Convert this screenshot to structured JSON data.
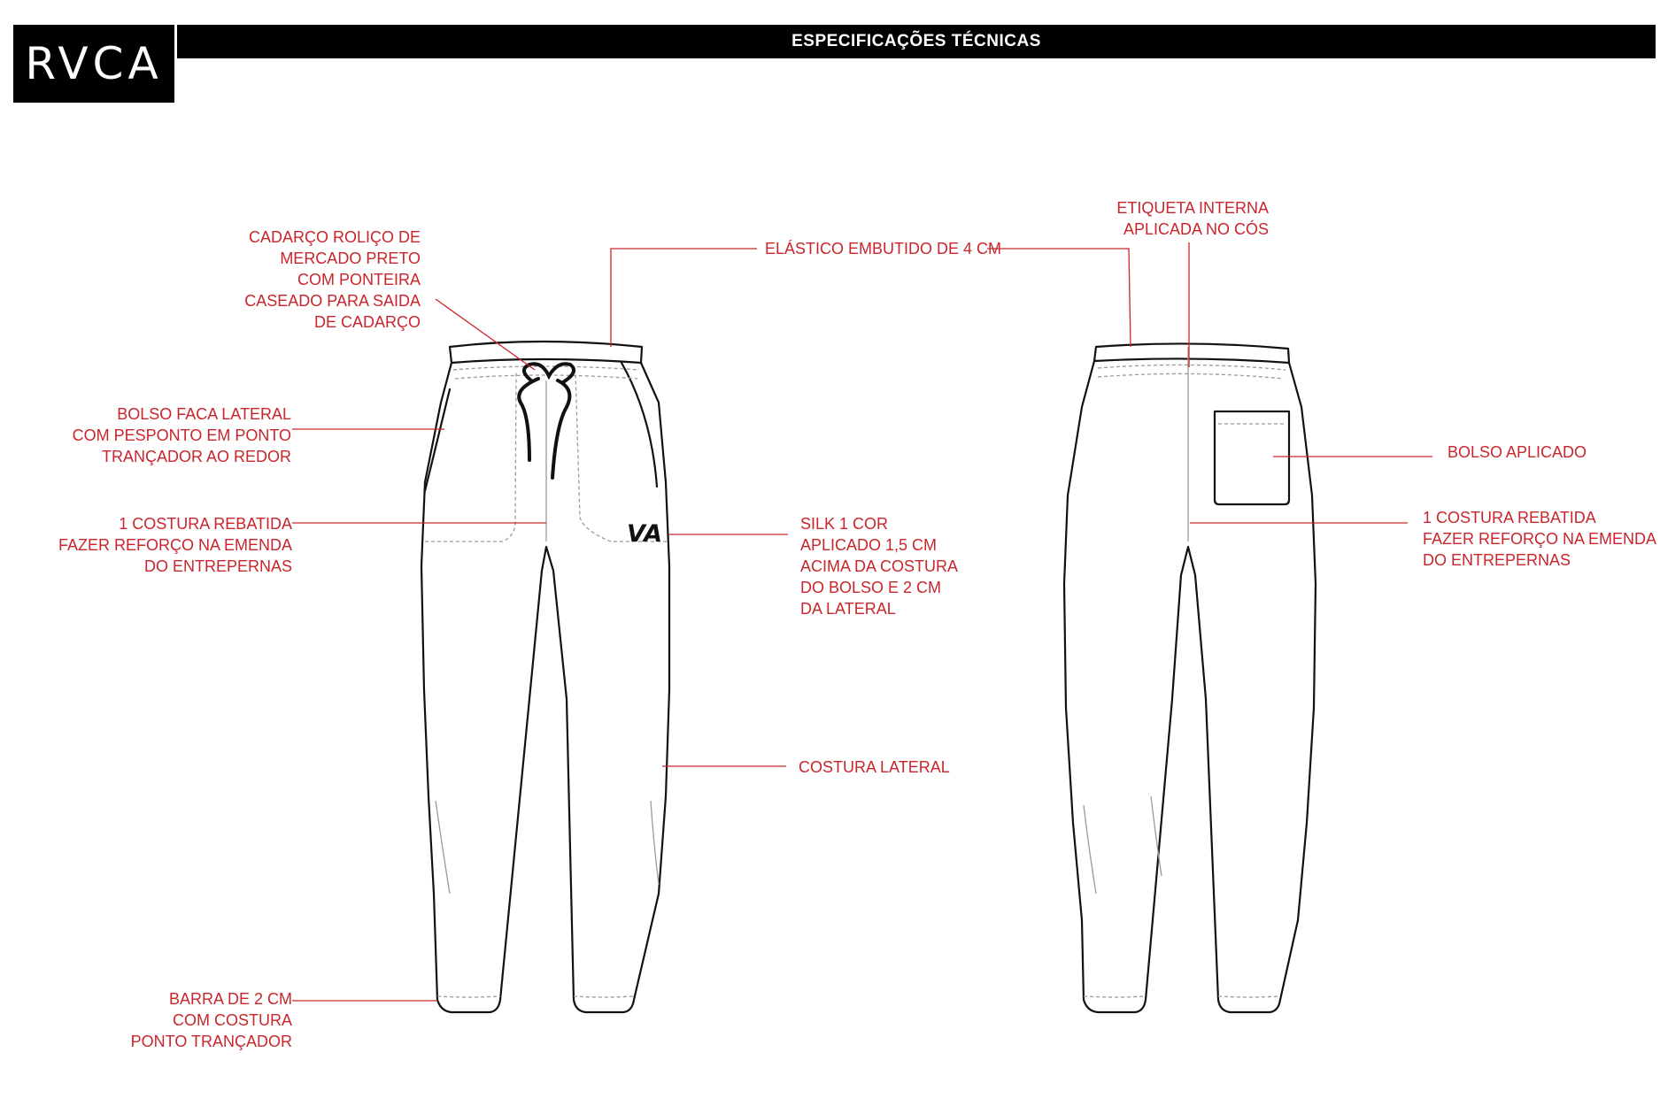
{
  "header": {
    "brand": "RVCA",
    "title": "ESPECIFICAÇÕES TÉCNICAS"
  },
  "colors": {
    "annotation": "#c8262c",
    "outline": "#111111",
    "stitch": "#9a9a9a",
    "header_bg": "#000000",
    "header_text": "#ffffff"
  },
  "silk_logo": "VA",
  "annotations": {
    "cadarco": [
      "CADARÇO ROLIÇO DE",
      "MERCADO PRETO",
      "COM PONTEIRA",
      "CASEADO PARA SAIDA",
      "DE CADARÇO"
    ],
    "elastico": [
      "ELÁSTICO EMBUTIDO DE 4 CM"
    ],
    "etiqueta": [
      "ETIQUETA INTERNA",
      "APLICADA NO CÓS"
    ],
    "bolso_faca": [
      "BOLSO FACA LATERAL",
      "COM PESPONTO EM PONTO",
      "TRANÇADOR AO REDOR"
    ],
    "costura_rebatida_front": [
      "1 COSTURA REBATIDA",
      "FAZER REFORÇO NA EMENDA",
      "DO ENTREPERNAS"
    ],
    "silk": [
      "SILK 1 COR",
      "APLICADO 1,5 CM",
      "ACIMA DA COSTURA",
      "DO BOLSO E 2 CM",
      "DA LATERAL"
    ],
    "bolso_aplicado": [
      "BOLSO APLICADO"
    ],
    "costura_rebatida_back": [
      "1 COSTURA REBATIDA",
      "FAZER REFORÇO NA EMENDA",
      "DO ENTREPERNAS"
    ],
    "costura_lateral": [
      "COSTURA LATERAL"
    ],
    "barra": [
      "BARRA DE 2 CM",
      "COM COSTURA",
      "PONTO TRANÇADOR"
    ]
  }
}
